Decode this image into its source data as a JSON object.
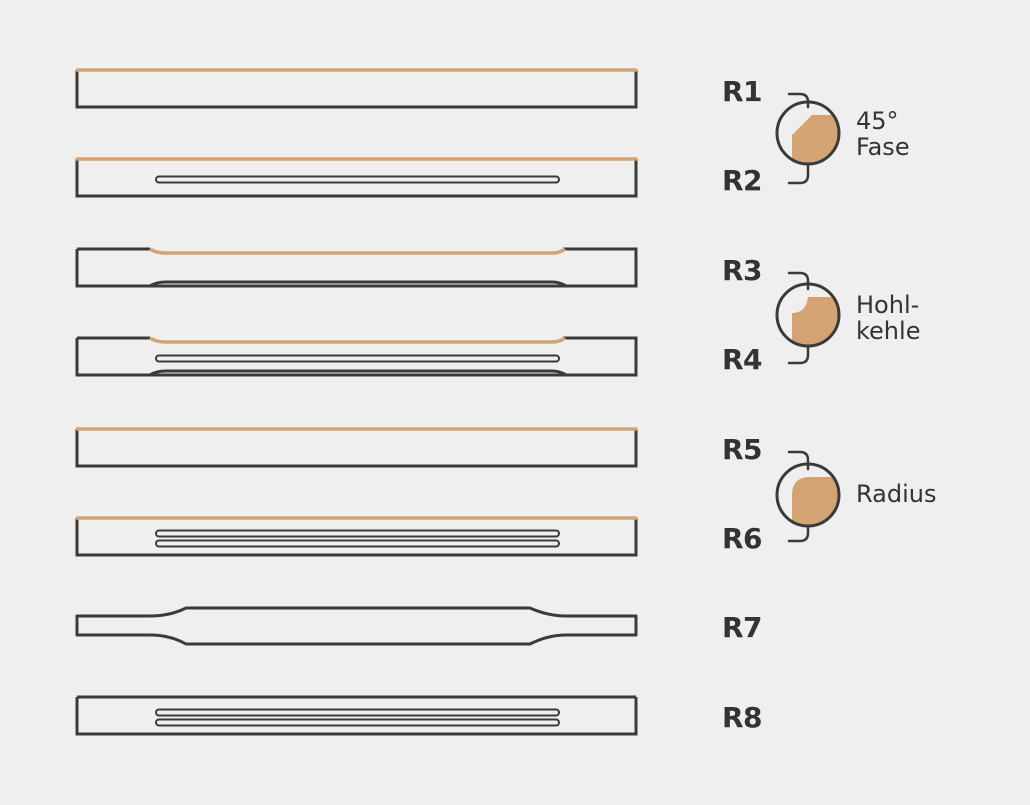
{
  "colors": {
    "background": "#efefef",
    "outline": "#3a3a3a",
    "veneer": "#d4a373",
    "text": "#333333"
  },
  "rows": [
    {
      "label": "R1",
      "shape": "plain",
      "top_edge": true,
      "grooves": 0
    },
    {
      "label": "R2",
      "shape": "plain",
      "top_edge": true,
      "grooves": 1
    },
    {
      "label": "R3",
      "shape": "cove-top",
      "top_edge": true,
      "grooves": 0
    },
    {
      "label": "R4",
      "shape": "cove-top",
      "top_edge": true,
      "grooves": 1
    },
    {
      "label": "R5",
      "shape": "plain",
      "top_edge": true,
      "grooves": 0
    },
    {
      "label": "R6",
      "shape": "plain",
      "top_edge": true,
      "grooves": 2
    },
    {
      "label": "R7",
      "shape": "tapered",
      "top_edge": false,
      "grooves": 0
    },
    {
      "label": "R8",
      "shape": "plain",
      "top_edge": false,
      "grooves": 2
    }
  ],
  "profiles": [
    {
      "type": "chamfer",
      "icon": "chamfer-icon",
      "lines": [
        "45°",
        "Fase"
      ],
      "rows": [
        "R1",
        "R2"
      ]
    },
    {
      "type": "cove",
      "icon": "cove-icon",
      "lines": [
        "Hohl-",
        "kehle"
      ],
      "rows": [
        "R3",
        "R4"
      ]
    },
    {
      "type": "radius",
      "icon": "radius-icon",
      "lines": [
        "Radius"
      ],
      "rows": [
        "R5",
        "R6"
      ]
    }
  ]
}
